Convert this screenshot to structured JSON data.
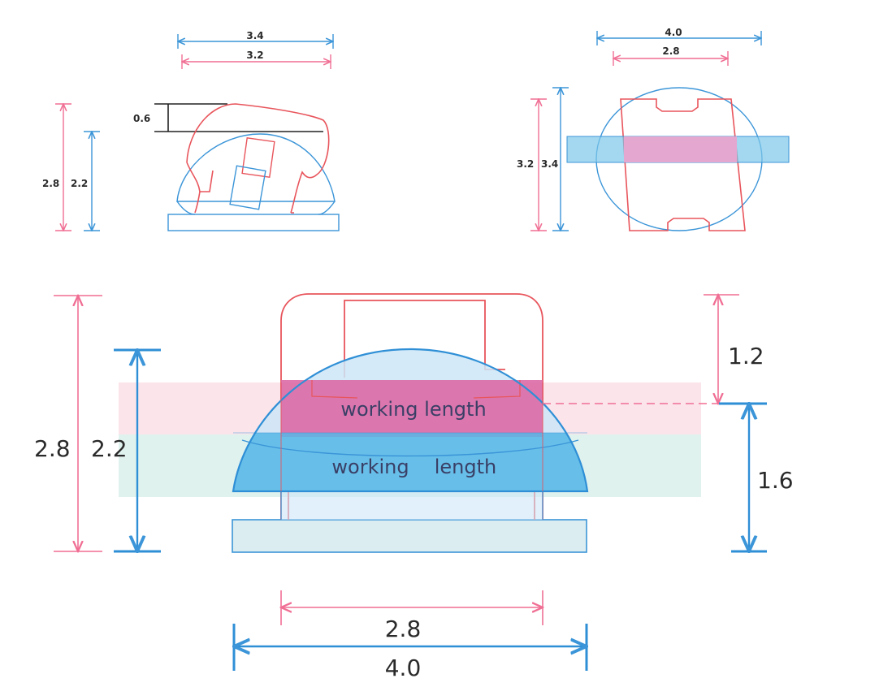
{
  "colors": {
    "pink": "#f06f94",
    "blue": "#3b95d8",
    "red_outline": "#e8555c",
    "pink_band": "#fbe5ea",
    "green_band": "#e0f2ee",
    "pink_fill": "#dc6aa6",
    "blue_fill": "#55b7e6",
    "light_blue_fill": "#cde6f7",
    "base_fill": "#dcedf1",
    "ink": "#2a2a2a"
  },
  "top_left_view": {
    "dim_top_blue": "3.4",
    "dim_top_pink": "3.2",
    "dim_height_pink": "2.8",
    "dim_height_blue": "2.2",
    "dim_step": "0.6"
  },
  "top_right_view": {
    "dim_top_blue": "4.0",
    "dim_top_pink": "2.8",
    "dim_height_pink": "3.2",
    "dim_height_blue": "3.4"
  },
  "main_view": {
    "height_pink": "2.8",
    "height_blue": "2.2",
    "upper_right": "1.2",
    "lower_right": "1.6",
    "width_pink": "2.8",
    "width_blue": "4.0",
    "working_length_pink": "working length",
    "working_length_blue_a": "working",
    "working_length_blue_b": "length"
  }
}
